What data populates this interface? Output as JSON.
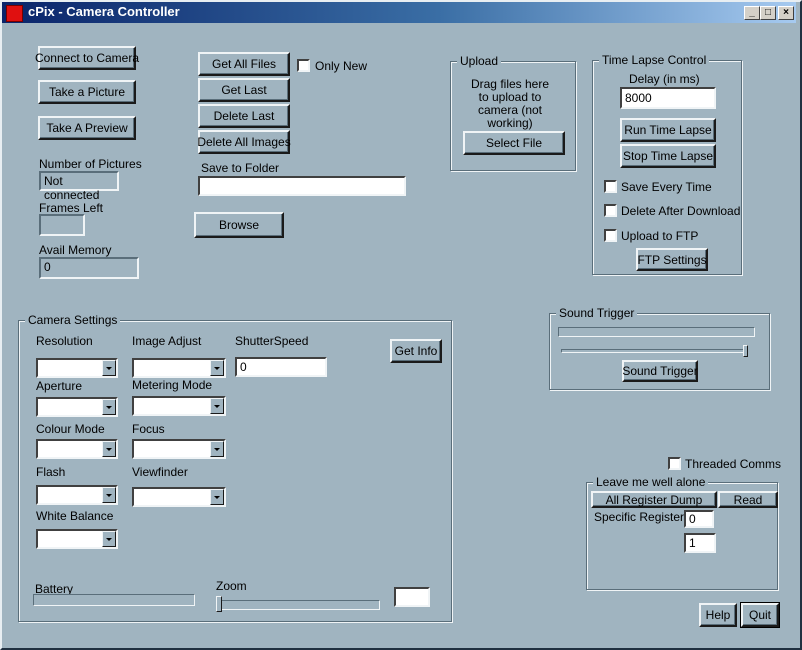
{
  "window": {
    "title": "cPix - Camera Controller",
    "controls": {
      "minimize": "_",
      "maximize": "□",
      "close": "×"
    }
  },
  "left": {
    "connect": "Connect to Camera",
    "take_picture": "Take a Picture",
    "take_preview": "Take A Preview",
    "num_pictures_label": "Number of Pictures",
    "num_pictures_value": "Not connected",
    "frames_left_label": "Frames Left",
    "frames_left_value": "",
    "avail_memory_label": "Avail Memory",
    "avail_memory_value": "0"
  },
  "files": {
    "get_all": "Get All Files",
    "only_new": "Only New",
    "get_last": "Get Last",
    "delete_last": "Delete Last",
    "delete_all": "Delete All Images",
    "save_folder_label": "Save to Folder",
    "save_folder_value": "",
    "browse": "Browse"
  },
  "upload": {
    "title": "Upload",
    "info": "Drag files here to upload to camera (not working)",
    "select_file": "Select File"
  },
  "timelapse": {
    "title": "Time Lapse Control",
    "delay_label": "Delay (in ms)",
    "delay_value": "8000",
    "run": "Run Time Lapse",
    "stop": "Stop Time Lapse",
    "save_every": "Save Every Time",
    "delete_after": "Delete After Download",
    "upload_ftp": "Upload to FTP",
    "ftp_settings": "FTP Settings"
  },
  "sound": {
    "title": "Sound Trigger",
    "button": "Sound Trigger"
  },
  "camera": {
    "title": "Camera Settings",
    "resolution": "Resolution",
    "image_adjust": "Image Adjust",
    "shutter_label": "ShutterSpeed",
    "shutter_value": "0",
    "get_info": "Get Info",
    "aperture": "Aperture",
    "metering": "Metering Mode",
    "colour_mode": "Colour Mode",
    "focus": "Focus",
    "flash": "Flash",
    "viewfinder": "Viewfinder",
    "white_balance": "White Balance",
    "battery": "Battery",
    "zoom": "Zoom",
    "zoom_value": ""
  },
  "advanced": {
    "threaded": "Threaded Comms",
    "title": "Leave me well alone",
    "all_register_dump": "All Register Dump",
    "read": "Read",
    "specific_register": "Specific Register",
    "reg_value1": "0",
    "reg_value2": "1"
  },
  "footer": {
    "help": "Help",
    "quit": "Quit"
  }
}
